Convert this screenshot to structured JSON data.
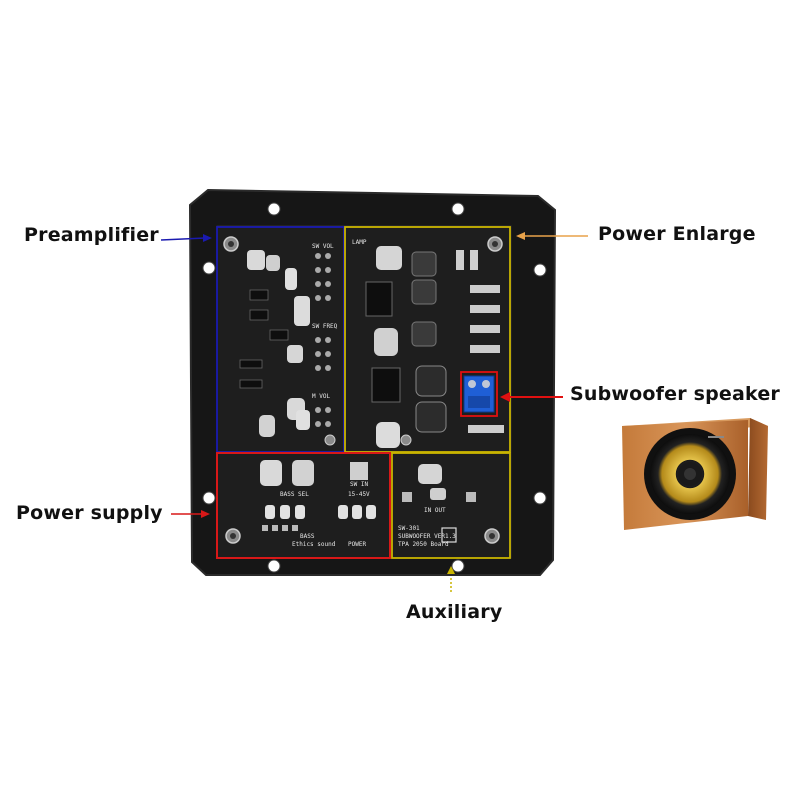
{
  "labels": {
    "preamplifier": "Preamplifier",
    "power_enlarge": "Power Enlarge",
    "subwoofer_speaker": "Subwoofer speaker",
    "power_supply": "Power supply",
    "auxiliary": "Auxiliary"
  },
  "colors": {
    "preamplifier": "#1a1ab0",
    "power_enlarge": "#e8a24a",
    "subwoofer_speaker": "#e01010",
    "power_supply": "#d81818",
    "auxiliary": "#c9b400",
    "board": "#1b1b1b",
    "frame": "#161616",
    "terminal": "#1f5fd6"
  },
  "board_text": {
    "sw_freq": "SW FREQ",
    "sw_vol": "SW VOL",
    "m_vol": "M VOL",
    "bass_sel": "BASS SEL",
    "sw_in": "SW IN",
    "bass": "BASS",
    "ethics": "Ethics sound",
    "power": "POWER",
    "lamp": "LAMP",
    "in_out": "IN OUT",
    "sw_301": "SW-301",
    "version": "SUBWOOFER VER1.3",
    "spec": "TPA 2050 Board",
    "v": "15-45V"
  }
}
